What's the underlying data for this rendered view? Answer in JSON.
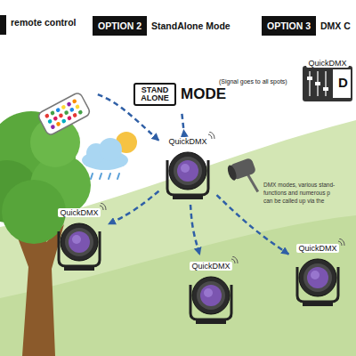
{
  "diagram": {
    "nodes": [
      {
        "text": [
          "remote control"
        ]
      },
      {
        "text": [
          "OPTION 2",
          "StandAlone Mode"
        ]
      },
      {
        "text": [
          "OPTION 3",
          "DMX C"
        ]
      },
      {
        "text": [
          "STAND ALONE",
          "MODE"
        ]
      },
      {
        "text": [
          "QuickDMX"
        ]
      },
      {
        "text": [
          "QuickDMX"
        ]
      },
      {
        "text": [
          "QuickDMX"
        ]
      },
      {
        "text": [
          "QuickDMX"
        ]
      },
      {
        "text": [
          "QuickDMX",
          "D"
        ]
      }
    ],
    "edges": [
      {
        "from": 0,
        "to": 4,
        "arrow": "to"
      },
      {
        "from": 3,
        "to": 4,
        "arrow": "to"
      },
      {
        "from": 4,
        "to": 5,
        "arrow": "to"
      },
      {
        "from": 4,
        "to": 6,
        "arrow": "to"
      },
      {
        "from": 4,
        "to": 7,
        "arrow": "to"
      }
    ],
    "labels": [
      "(Signal goes to all spots)",
      "DMX modes, various stand-",
      "functions and numerous p",
      "can be called up via the"
    ]
  }
}
